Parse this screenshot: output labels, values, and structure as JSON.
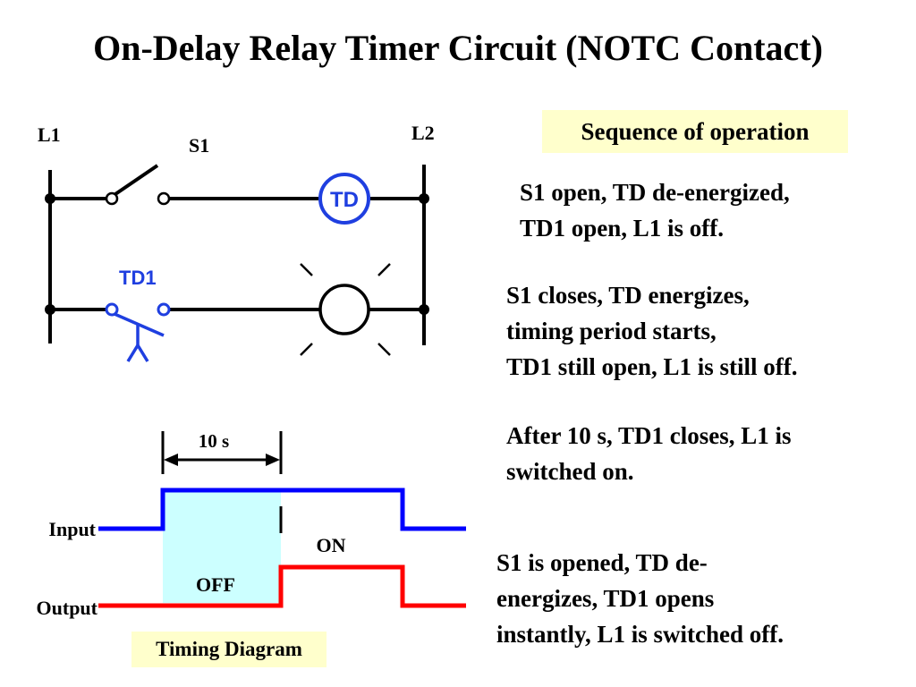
{
  "title": "On-Delay Relay Timer Circuit (NOTC Contact)",
  "circuit": {
    "rail_left": "L1",
    "rail_right": "L2",
    "switch": "S1",
    "coil": "TD",
    "contact": "TD1"
  },
  "sequence": {
    "heading": "Sequence of operation",
    "steps": [
      {
        "lines": [
          "S1 open, TD de-energized,",
          "TD1 open, L1 is off."
        ]
      },
      {
        "lines": [
          "S1 closes, TD energizes,",
          "timing period starts,",
          "TD1 still open, L1 is still off."
        ]
      },
      {
        "lines": [
          "After 10 s, TD1 closes, L1 is",
          "switched on."
        ]
      },
      {
        "lines": [
          "S1 is opened, TD de-",
          "energizes, TD1 opens",
          "instantly, L1 is switched off."
        ]
      }
    ]
  },
  "timing": {
    "caption": "Timing Diagram",
    "delay_label": "10 s",
    "input_label": "Input",
    "output_label": "Output",
    "off_label": "OFF",
    "on_label": "ON"
  },
  "colors": {
    "circuit_blue": "#1f3fe0",
    "input_blue": "#0000ff",
    "output_red": "#ff0000",
    "delay_fill": "#ccffff",
    "note_fill": "#ffffcc"
  }
}
